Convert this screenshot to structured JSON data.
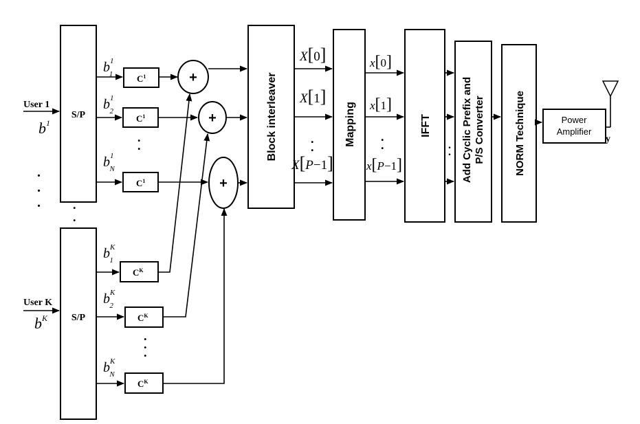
{
  "users": {
    "user1_label": "User 1",
    "user1_signal": "b",
    "user1_signal_sup": "1",
    "userk_label": "User K",
    "userk_signal": "b",
    "userk_signal_sup": "K"
  },
  "blocks": {
    "sp_label": "S/P",
    "code1": "C",
    "code1_sup": "1",
    "codek": "C",
    "codek_sup": "K",
    "adder": "+",
    "interleaver": "Block interleaver",
    "mapping": "Mapping",
    "ifft": "IFFT",
    "cyclic_line1": "Add Cyclic Prefix and",
    "cyclic_line2": "P/S Converter",
    "norm": "NORM Technique",
    "pa_line1": "Power",
    "pa_line2": "Amplifier",
    "output": "y"
  },
  "bits": {
    "b": "b",
    "sup1": "1",
    "supK": "K",
    "sub1": "1",
    "sub2": "2",
    "subN": "N"
  },
  "interleaver_outputs": {
    "X": "X",
    "x0": "0",
    "x1": "1",
    "xP": "P",
    "minus": "−1"
  },
  "mapping_outputs": {
    "x": "x",
    "x0": "0",
    "x1": "1",
    "xP": "P",
    "minus": "−1"
  },
  "ellipsis_dot": "."
}
